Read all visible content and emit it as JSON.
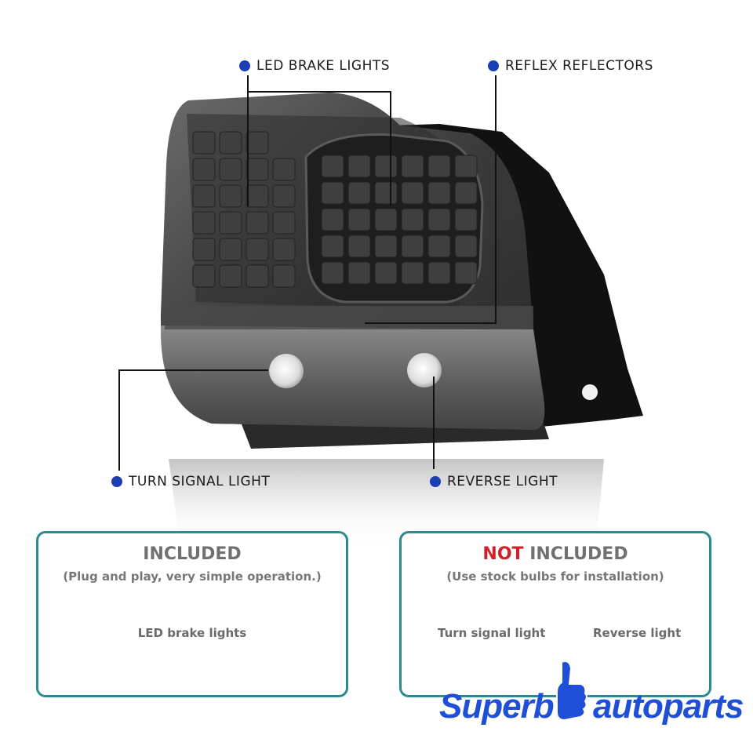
{
  "callouts": {
    "led_brake_lights": "LED BRAKE LIGHTS",
    "reflex_reflectors": "REFLEX REFLECTORS",
    "turn_signal_light": "TURN SIGNAL LIGHT",
    "reverse_light": "REVERSE  LIGHT"
  },
  "included_box": {
    "title": "INCLUDED",
    "subtitle": "(Plug and play, very simple operation.)",
    "items": [
      "LED brake lights"
    ]
  },
  "not_included_box": {
    "title_prefix": "NOT",
    "title_suffix": " INCLUDED",
    "subtitle": "(Use stock bulbs for installation)",
    "items": [
      "Turn signal light",
      "Reverse light"
    ]
  },
  "logo": {
    "left_text": "Superb",
    "right_text": "autoparts"
  },
  "colors": {
    "dot_blue": "#1a3fb5",
    "box_border": "#2b8a8f",
    "not_red": "#d0202a",
    "logo_blue": "#1e4fd6"
  }
}
